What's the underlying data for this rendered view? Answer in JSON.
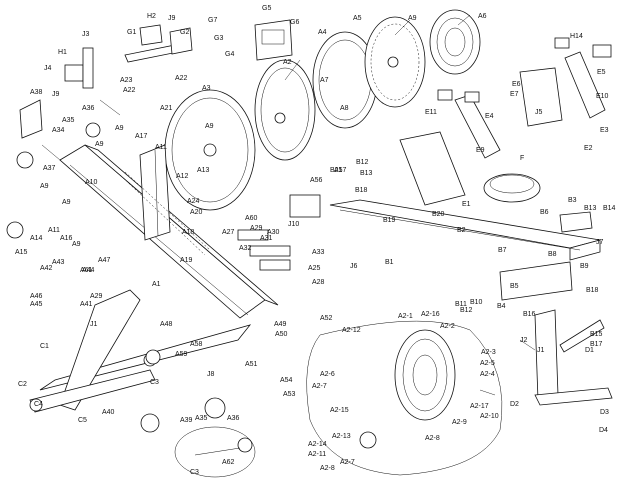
{
  "diagram": {
    "labels": [
      {
        "text": "G5"
      },
      {
        "text": "G7"
      },
      {
        "text": "G6"
      },
      {
        "text": "G4"
      },
      {
        "text": "G3"
      },
      {
        "text": "G1"
      },
      {
        "text": "H2"
      },
      {
        "text": "J9"
      },
      {
        "text": "G2"
      },
      {
        "text": "H1"
      },
      {
        "text": "J3"
      },
      {
        "text": "J4"
      },
      {
        "text": "J9"
      },
      {
        "text": "A5"
      },
      {
        "text": "A9"
      },
      {
        "text": "A6"
      },
      {
        "text": "A4"
      },
      {
        "text": "A2"
      },
      {
        "text": "A7"
      },
      {
        "text": "A8"
      },
      {
        "text": "A23"
      },
      {
        "text": "A22"
      },
      {
        "text": "A22"
      },
      {
        "text": "A38"
      },
      {
        "text": "A36"
      },
      {
        "text": "A34"
      },
      {
        "text": "A35"
      },
      {
        "text": "A9"
      },
      {
        "text": "A21"
      },
      {
        "text": "A3"
      },
      {
        "text": "A9"
      },
      {
        "text": "A17"
      },
      {
        "text": "A11"
      },
      {
        "text": "A13"
      },
      {
        "text": "A12"
      },
      {
        "text": "A9"
      },
      {
        "text": "A37"
      },
      {
        "text": "A9"
      },
      {
        "text": "A10"
      },
      {
        "text": "A9"
      },
      {
        "text": "A24"
      },
      {
        "text": "A20"
      },
      {
        "text": "A14"
      },
      {
        "text": "A15"
      },
      {
        "text": "A11"
      },
      {
        "text": "A16"
      },
      {
        "text": "A9"
      },
      {
        "text": "A47"
      },
      {
        "text": "A61"
      },
      {
        "text": "A18"
      },
      {
        "text": "A19"
      },
      {
        "text": "A1"
      },
      {
        "text": "A43"
      },
      {
        "text": "A42"
      },
      {
        "text": "A44"
      },
      {
        "text": "A46"
      },
      {
        "text": "A45"
      },
      {
        "text": "A29"
      },
      {
        "text": "A41"
      },
      {
        "text": "J1"
      },
      {
        "text": "A48"
      },
      {
        "text": "A49"
      },
      {
        "text": "A52"
      },
      {
        "text": "C1"
      },
      {
        "text": "C2"
      },
      {
        "text": "C4"
      },
      {
        "text": "C5"
      },
      {
        "text": "C3"
      },
      {
        "text": "A59"
      },
      {
        "text": "A58"
      },
      {
        "text": "J8"
      },
      {
        "text": "A50"
      },
      {
        "text": "A51"
      },
      {
        "text": "A54"
      },
      {
        "text": "A53"
      },
      {
        "text": "A40"
      },
      {
        "text": "A39"
      },
      {
        "text": "A35"
      },
      {
        "text": "A36"
      },
      {
        "text": "A62"
      },
      {
        "text": "C3"
      },
      {
        "text": "A56"
      },
      {
        "text": "A57"
      },
      {
        "text": "J10"
      },
      {
        "text": "A60"
      },
      {
        "text": "A29"
      },
      {
        "text": "A30"
      },
      {
        "text": "A27"
      },
      {
        "text": "A31"
      },
      {
        "text": "A32"
      },
      {
        "text": "A33"
      },
      {
        "text": "A28"
      },
      {
        "text": "A25"
      },
      {
        "text": "B21"
      },
      {
        "text": "B12"
      },
      {
        "text": "B13"
      },
      {
        "text": "B18"
      },
      {
        "text": "B20"
      },
      {
        "text": "B19"
      },
      {
        "text": "E11"
      },
      {
        "text": "E1"
      },
      {
        "text": "H14"
      },
      {
        "text": "E5"
      },
      {
        "text": "E6"
      },
      {
        "text": "E7"
      },
      {
        "text": "E10"
      },
      {
        "text": "E3"
      },
      {
        "text": "E9"
      },
      {
        "text": "E2"
      },
      {
        "text": "E4"
      },
      {
        "text": "J5"
      },
      {
        "text": "F"
      },
      {
        "text": "B3"
      },
      {
        "text": "B13"
      },
      {
        "text": "B14"
      },
      {
        "text": "B6"
      },
      {
        "text": "J7"
      },
      {
        "text": "B2"
      },
      {
        "text": "J6"
      },
      {
        "text": "B1"
      },
      {
        "text": "B7"
      },
      {
        "text": "B8"
      },
      {
        "text": "B9"
      },
      {
        "text": "B5"
      },
      {
        "text": "B4"
      },
      {
        "text": "B11"
      },
      {
        "text": "B10"
      },
      {
        "text": "B12"
      },
      {
        "text": "B18"
      },
      {
        "text": "B16"
      },
      {
        "text": "B15"
      },
      {
        "text": "B17"
      },
      {
        "text": "J2"
      },
      {
        "text": "D1"
      },
      {
        "text": "J1"
      },
      {
        "text": "A2-1"
      },
      {
        "text": "A2-2"
      },
      {
        "text": "A2-12"
      },
      {
        "text": "A2-16"
      },
      {
        "text": "A2-15"
      },
      {
        "text": "A2-6"
      },
      {
        "text": "A2-7"
      },
      {
        "text": "A2-3"
      },
      {
        "text": "A2-5"
      },
      {
        "text": "A2-4"
      },
      {
        "text": "A2-9"
      },
      {
        "text": "A2-8"
      },
      {
        "text": "A2-17"
      },
      {
        "text": "A2-10"
      },
      {
        "text": "A2-11"
      },
      {
        "text": "A2-13"
      },
      {
        "text": "A2-14"
      },
      {
        "text": "A2-7"
      },
      {
        "text": "A2-8"
      },
      {
        "text": "D2"
      },
      {
        "text": "D3"
      },
      {
        "text": "D4"
      }
    ]
  }
}
